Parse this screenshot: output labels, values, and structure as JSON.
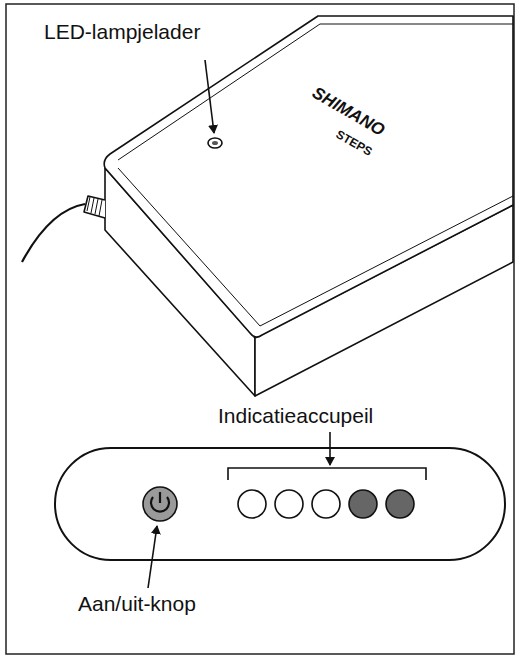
{
  "diagram": {
    "labels": [
      "LED-lampjelader",
      "SHIMANO",
      "STEPS",
      "Indicatieaccupeil",
      "Aan/uit-knop"
    ]
  }
}
